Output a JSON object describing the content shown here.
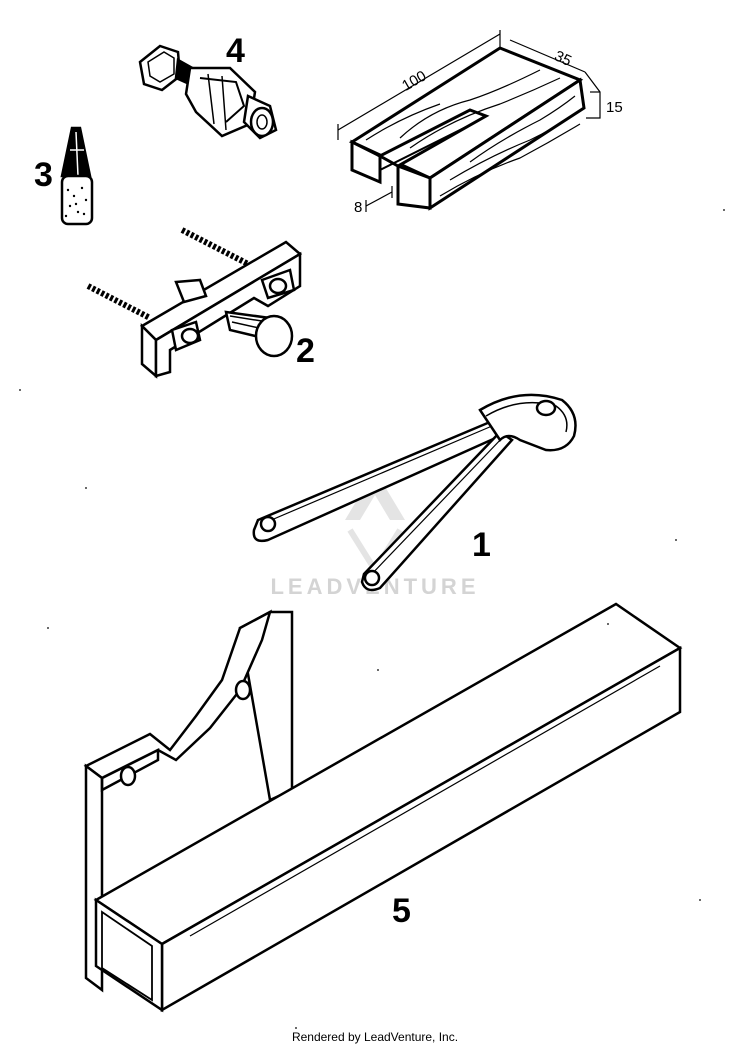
{
  "callouts": {
    "spanner": "1",
    "puller": "2",
    "tube": "3",
    "press_tool": "4",
    "fixture": "5"
  },
  "block_dimensions": {
    "length": "100",
    "width": "35",
    "height": "15",
    "slot": "8"
  },
  "watermark": "LEADVENTURE",
  "footer": "Rendered by LeadVenture, Inc.",
  "colors": {
    "line": "#000000",
    "watermark": "#d4d4d4",
    "background": "#ffffff"
  }
}
